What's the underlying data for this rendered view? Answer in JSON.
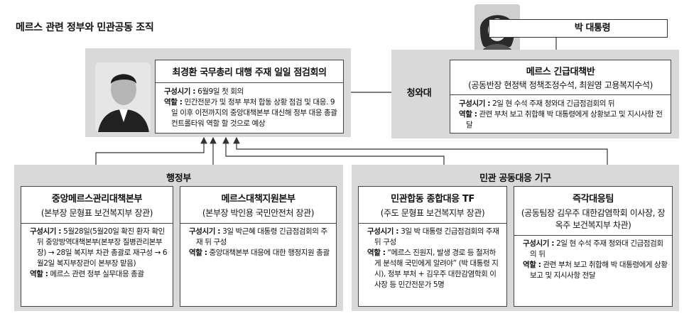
{
  "title": "메르스 관련 정부와 민관공동 조직",
  "president": {
    "label": "박 대통령"
  },
  "cheongwadae": {
    "side_label": "청와대",
    "head": "메르스 긴급대책반",
    "sub": "(공동반장 현정택 정책조정수석, 최원영 고용복지수석)",
    "formed_label": "구성시기 :",
    "formed_value": "2일 현 수석 주재 청와대 긴급점검회의 뒤",
    "role_label": "역할 :",
    "role_value": "관련 부처 보고 취합해 박 대통령에게 상황보고 및 지시사항 전달"
  },
  "pm_meeting": {
    "head": "최경환 국무총리 대행 주재 일일 점검회의",
    "formed_label": "구성시기 :",
    "formed_value": "6월9일 첫 회의",
    "role_label": "역할 :",
    "role_value": "민간전문가 및 정부 부처 합동 상황 점검 및 대응. 9일 이후 이전까지의 중앙대책본부 대신해 정부 대응 총괄 컨트롤타워 역할 할 것으로 예상"
  },
  "executive": {
    "label": "행정부",
    "central": {
      "head": "중앙메르스관리대책본부",
      "sub": "(본부장 문형표 보건복지부 장관)",
      "formed_label": "구성시기 :",
      "formed_value": "5월28일(5월20일 확진 환자 확인 뒤 중앙방역대책본부(본부장 질병관리본부장) → 28일 복지부 차관 총괄로 재구성 → 6월2일 복지부장관이 본부장 맡음)",
      "role_label": "역할 :",
      "role_value": "메르스 관련 정부 실무대응 총괄"
    },
    "support": {
      "head": "메르스대책지원본부",
      "sub": "(본부장 박인용 국민안전처 장관)",
      "formed_label": "구성시기 :",
      "formed_value": "3일 박근혜 대통령 긴급점검회의 주재 뒤 구성",
      "role_label": "역할 :",
      "role_value": "중앙대책본부 대응에 대한 행정지원 총괄"
    }
  },
  "joint": {
    "label": "민관 공동대응 기구",
    "tf": {
      "head": "민관합동 종합대응 TF",
      "sub": "(주도 문형표 보건복지부 장관)",
      "formed_label": "구성시기 :",
      "formed_value": "3일 박 대통령 긴급점검회의 주재 뒤 구성",
      "role_label": "역할 :",
      "role_value": "“메르스 진원지, 발생 경로 등 철저하게 분석해 국민에게 알려야” (박 대통령 지시), 정부 부처 + 김우주 대한감염학회 이사장 등 민간전문가 5명"
    },
    "rapid": {
      "head": "즉각대응팀",
      "sub": "(공동팀장 김우주 대한감염학회 이사장, 장옥주 보건복지부 차관)",
      "formed_label": "구성시기 :",
      "formed_value": "2일 현 수석 주재 청와대 긴급점검회의 뒤",
      "role_label": "역할 :",
      "role_value": "관련 부처 보고 취합해 박 대통령에게 상황보고 및 지시사항 전달"
    }
  },
  "colors": {
    "panel": "#d9d9d9",
    "line": "#333333"
  }
}
